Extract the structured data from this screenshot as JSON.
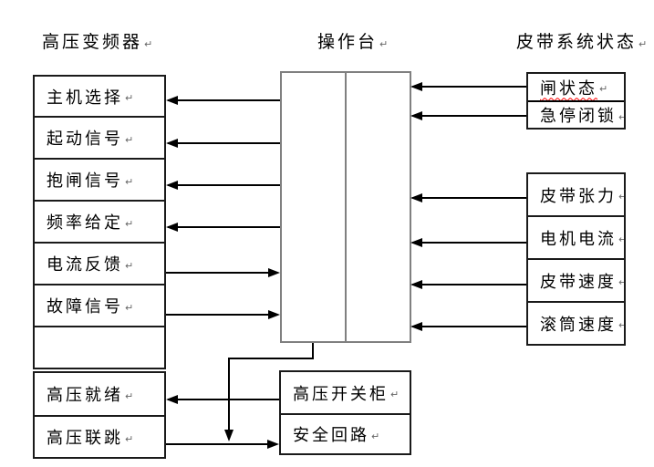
{
  "titles": {
    "vfd": "高压变频器",
    "console": "操作台",
    "belt": "皮带系统状态"
  },
  "vfd": {
    "signals": [
      "主机选择",
      "起动信号",
      "抱闸信号",
      "频率给定",
      "电流反馈",
      "故障信号",
      ""
    ],
    "hv_signals": [
      "高压就绪",
      "高压联跳"
    ]
  },
  "console": {},
  "belt": {
    "status_group": [
      "闸状态",
      "急停闭锁"
    ],
    "measure_group": [
      "皮带张力",
      "电机电流",
      "皮带速度",
      "滚筒速度"
    ]
  },
  "switchgear": {
    "rows": [
      "高压开关柜",
      "安全回路"
    ]
  },
  "paragraph_mark": "↵",
  "spellcheck_underlined": [
    "闸状态"
  ],
  "colors": {
    "line": "#000000",
    "box_border": "#1a1a1a",
    "console_border": "#808080",
    "spellcheck": "#ff0000",
    "text": "#000000",
    "background": "#ffffff"
  },
  "connections": [
    {
      "from": "操作台",
      "to": "主机选择"
    },
    {
      "from": "操作台",
      "to": "起动信号"
    },
    {
      "from": "操作台",
      "to": "抱闸信号"
    },
    {
      "from": "操作台",
      "to": "频率给定"
    },
    {
      "from": "电流反馈",
      "to": "操作台"
    },
    {
      "from": "故障信号",
      "to": "操作台"
    },
    {
      "from": "闸状态",
      "to": "操作台"
    },
    {
      "from": "急停闭锁",
      "to": "操作台"
    },
    {
      "from": "皮带张力",
      "to": "操作台"
    },
    {
      "from": "电机电流",
      "to": "操作台"
    },
    {
      "from": "皮带速度",
      "to": "操作台"
    },
    {
      "from": "滚筒速度",
      "to": "操作台"
    },
    {
      "from": "高压开关柜",
      "to": "高压就绪"
    },
    {
      "from": "高压联跳",
      "to": "安全回路"
    },
    {
      "from": "操作台",
      "to": "安全回路"
    }
  ]
}
